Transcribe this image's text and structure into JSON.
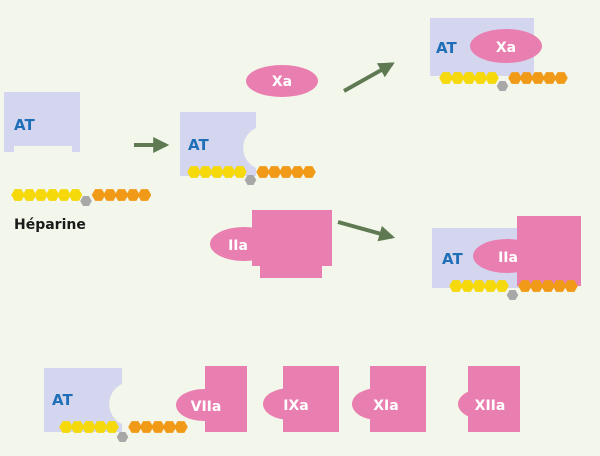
{
  "labels": {
    "at": "AT",
    "heparin": "Héparine",
    "xa": "Xa",
    "iia": "IIa",
    "viia": "VIIa",
    "ixa": "IXa",
    "xia": "XIa",
    "xiia": "XIIa"
  },
  "colors": {
    "background": "#f3f6ea",
    "antithrombin": "#d3d6ee",
    "factor": "#e97fb0",
    "arrow": "#5f7a52",
    "bead_yellow": "#f5d90a",
    "bead_orange": "#f19a17",
    "bead_grey": "#a8a8a8",
    "at_text": "#1f6fb8"
  }
}
